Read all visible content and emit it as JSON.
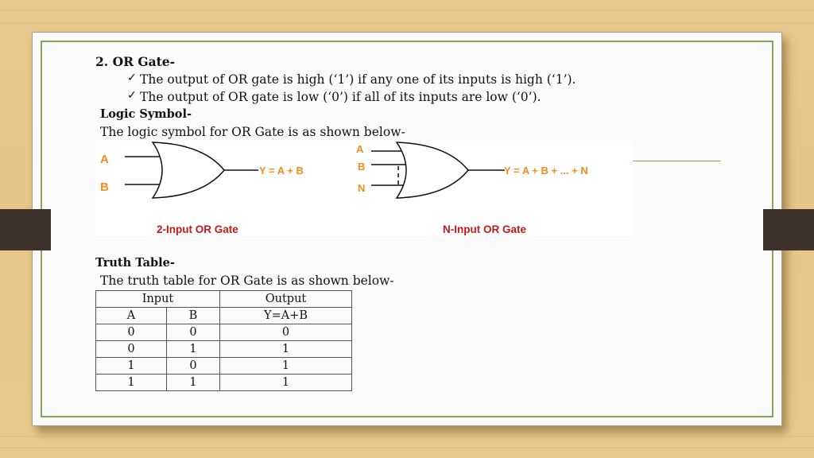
{
  "slide": {
    "heading": "2. OR Gate-",
    "bullets": [
      "The output of OR gate is high (‘1’) if any one of its inputs is high (‘1’).",
      "The output of OR gate is low (‘0’) if all of its inputs are low (‘0’)."
    ],
    "bullet_icon": "✓",
    "logic_symbol_heading": "Logic Symbol-",
    "logic_symbol_intro": "The logic symbol for OR Gate is as shown below-",
    "diagram": {
      "two_input": {
        "inputs": [
          "A",
          "B"
        ],
        "output": "Y = A + B",
        "caption": "2-Input OR Gate"
      },
      "n_input": {
        "inputs": [
          "A",
          "B",
          "N"
        ],
        "output": "Y = A + B + ... + N",
        "caption": "N-Input OR Gate"
      },
      "label_color": "#f28c1e",
      "caption_color": "#c41a1a"
    },
    "truth_table_heading": "Truth Table-",
    "truth_table_intro": "The truth table for OR Gate is as shown below-",
    "truth_table": {
      "group_headers": [
        "Input",
        "Output"
      ],
      "columns": [
        "A",
        "B",
        "Y=A+B"
      ],
      "rows": [
        [
          "0",
          "0",
          "0"
        ],
        [
          "0",
          "1",
          "1"
        ],
        [
          "1",
          "0",
          "1"
        ],
        [
          "1",
          "1",
          "1"
        ]
      ]
    }
  },
  "theme": {
    "background": "#e8c98e",
    "border_accent": "#8aa852",
    "tab_color": "#3d332b"
  }
}
